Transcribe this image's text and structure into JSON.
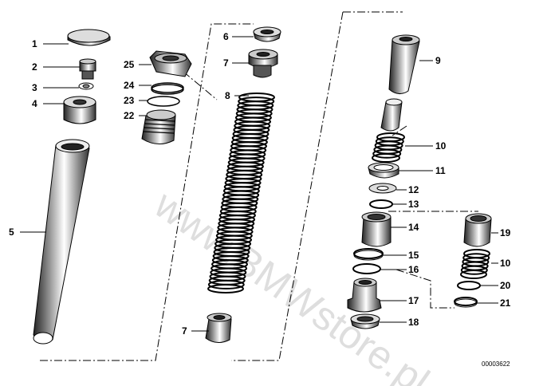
{
  "diagram": {
    "watermark": "www.BMWstore.pl",
    "code": "00003622",
    "callouts": {
      "c1": "1",
      "c2": "2",
      "c3": "3",
      "c4": "4",
      "c5": "5",
      "c6": "6",
      "c7a": "7",
      "c7b": "7",
      "c8": "8",
      "c9": "9",
      "c10a": "10",
      "c10b": "10",
      "c11": "11",
      "c12": "12",
      "c13": "13",
      "c14": "14",
      "c15": "15",
      "c16": "16",
      "c17": "17",
      "c18": "18",
      "c19": "19",
      "c20": "20",
      "c21": "21",
      "c22": "22",
      "c23": "23",
      "c24": "24",
      "c25": "25"
    }
  }
}
